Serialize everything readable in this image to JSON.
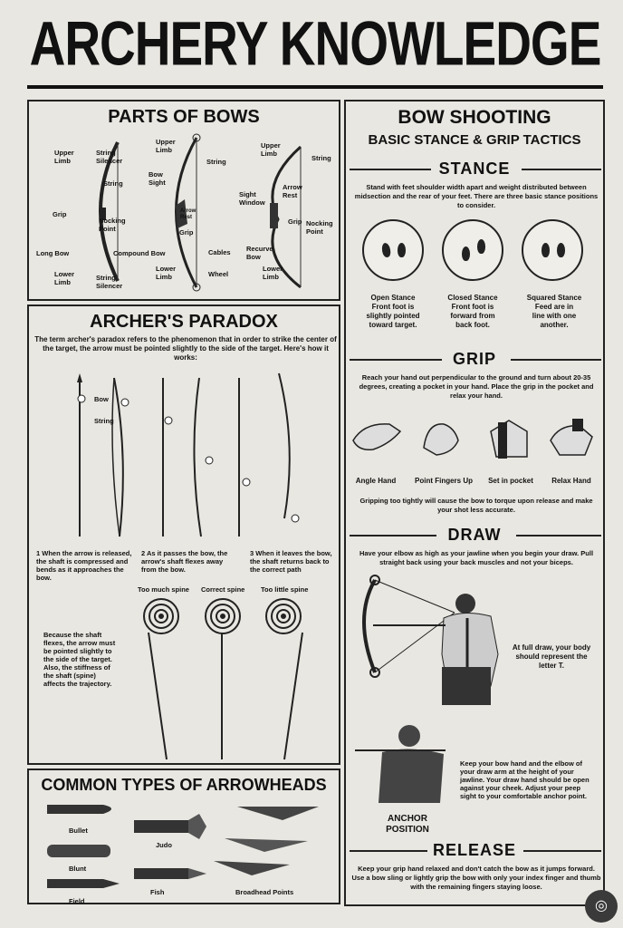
{
  "title": "ARCHERY KNOWLEDGE",
  "parts": {
    "heading": "PARTS OF BOWS",
    "labels": {
      "upper_limb_1": "Upper\nLimb",
      "string_silencer_1": "String\nSilencer",
      "string_1": "String",
      "grip_1": "Grip",
      "nocking_point_1": "Nocking\nPoint",
      "long_bow": "Long Bow",
      "lower_limb_1": "Lower\nLimb",
      "string_silencer_2": "String\nSilencer",
      "upper_limb_2": "Upper\nLimb",
      "string_2": "String",
      "bow_sight": "Bow\nSight",
      "arrow_rest_2": "Arrow\nRest",
      "grip_2": "Grip",
      "compound_bow": "Compound Bow",
      "cables": "Cables",
      "lower_limb_2": "Lower\nLimb",
      "wheel": "Wheel",
      "upper_limb_3": "Upper\nLimb",
      "string_3": "String",
      "arrow_rest_3": "Arrow\nRest",
      "sight_window": "Sight\nWindow",
      "grip_3": "Grip",
      "nocking_point_3": "Nocking\nPoint",
      "recurve_bow": "Recurve\nBow",
      "lower_limb_3": "Lower\nLimb"
    }
  },
  "paradox": {
    "heading": "ARCHER'S PARADOX",
    "intro": "The term archer's paradox refers to the phenomenon that in order to strike the center of the target, the arrow must be pointed slightly to the side of the target. Here's how it works:",
    "bow_label": "Bow",
    "string_label": "String",
    "step1": "1 When the arrow is released, the shaft is compressed and bends as it approaches the bow.",
    "step2": "2 As it passes the bow, the arrow's shaft flexes away from the bow.",
    "step3": "3 When it leaves the bow, the shaft returns back to the correct path",
    "spine_labels": [
      "Too much spine",
      "Correct spine",
      "Too little spine"
    ],
    "note": "Because the shaft flexes, the arrow must be pointed slightly to the side of the target. Also, the stiffness of the shaft (spine) affects the trajectory."
  },
  "arrowheads": {
    "heading": "COMMON TYPES OF ARROWHEADS",
    "labels": [
      "Bullet",
      "Judo",
      "Blunt",
      "Field",
      "Fish",
      "Broadhead Points"
    ]
  },
  "shooting": {
    "heading": "BOW SHOOTING",
    "subheading": "BASIC STANCE & GRIP TACTICS",
    "stance": {
      "label": "STANCE",
      "text": "Stand with feet shoulder width apart and weight distributed between midsection and the rear of your feet. There are three basic stance positions to consider.",
      "captions": [
        "Open Stance\nFront foot is\nslightly pointed\ntoward target.",
        "Closed Stance\nFront foot is\nforward from\nback foot.",
        "Squared Stance\nFeed are in\nline with one\nanother."
      ]
    },
    "grip": {
      "label": "GRIP",
      "text": "Reach your hand out perpendicular to the ground and turn about 20-35 degrees, creating a pocket in your hand. Place the grip in the pocket and relax your hand.",
      "captions": [
        "Angle Hand",
        "Point Fingers Up",
        "Set in pocket",
        "Relax Hand"
      ],
      "note": "Gripping too tightly will cause the bow to torque upon release and make your shot less accurate."
    },
    "draw": {
      "label": "DRAW",
      "text": "Have your elbow as high as your jawline when you begin your draw. Pull straight back using your back muscles and not your biceps.",
      "full_draw": "At full draw, your body should represent the letter T.",
      "anchor_text": "Keep your bow hand and the elbow of your draw arm at the height of your jawline. Your draw hand should be open against your cheek. Adjust your peep sight to your comfortable anchor point.",
      "anchor_label": "ANCHOR\nPOSITION"
    },
    "release": {
      "label": "RELEASE",
      "text": "Keep your grip hand relaxed and don't catch the bow as it jumps forward. Use a bow sling or lightly grip the bow with only your index finger and thumb with the remaining fingers staying loose."
    }
  }
}
